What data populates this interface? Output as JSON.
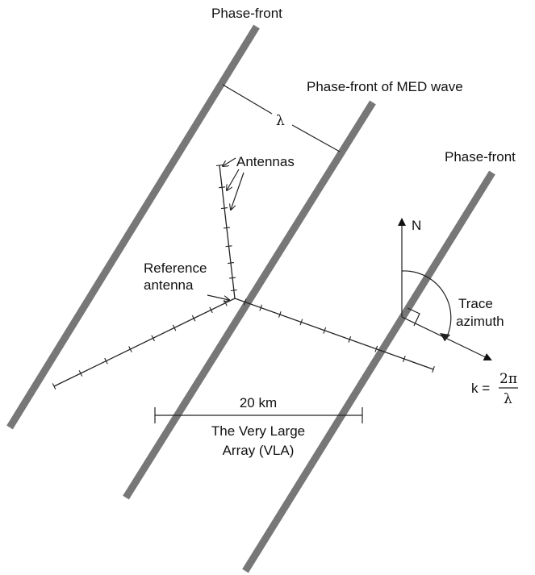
{
  "labels": {
    "phase_front_left": "Phase-front",
    "phase_front_middle": "Phase-front of MED wave",
    "phase_front_right": "Phase-front",
    "wavelength": "λ",
    "antennas": "Antennas",
    "reference_line1": "Reference",
    "reference_line2": "antenna",
    "north": "N",
    "trace_line1": "Trace",
    "trace_line2": "azimuth",
    "k_prefix": "k =",
    "k_numerator": "2π",
    "k_denominator": "λ",
    "scale_distance": "20 km",
    "array_line1": "The Very Large",
    "array_line2": "Array (VLA)"
  },
  "colors": {
    "phase_front": "#777777",
    "ink": "#222222",
    "background": "#ffffff"
  }
}
